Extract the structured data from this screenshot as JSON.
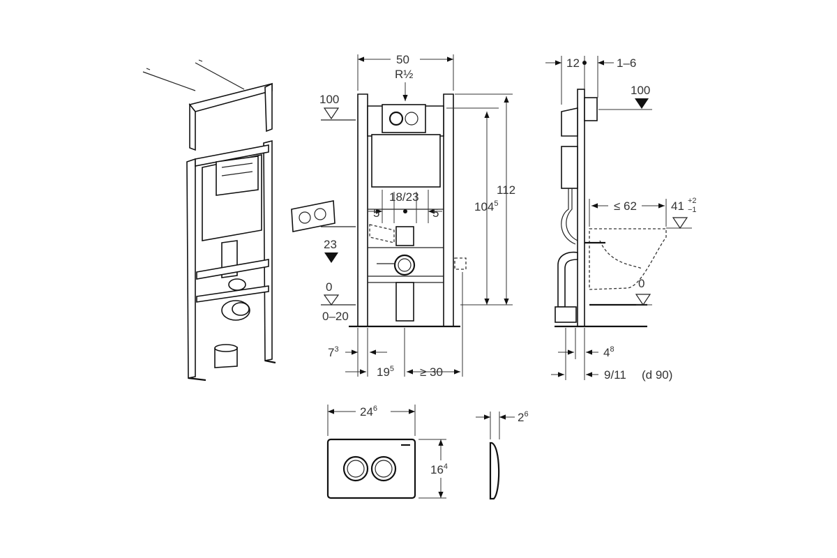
{
  "front_view": {
    "width": "50",
    "supply": "R½",
    "level_top": "100",
    "level_mid": "23",
    "level_zero": "0",
    "floor_range": "0–20",
    "spacing": "18/23",
    "offset_left": "5",
    "offset_right": "5",
    "height_inner": "104",
    "height_inner_sup": "5",
    "height_total": "112",
    "leg_offset": "7",
    "leg_offset_sup": "3",
    "drain_offset": "19",
    "drain_offset_sup": "5",
    "min_clearance": "≥ 30"
  },
  "side_view": {
    "depth": "12",
    "plate_gap": "1–6",
    "level_top": "100",
    "max_projection": "≤ 62",
    "seat_height": "41",
    "seat_tol_plus": "+2",
    "seat_tol_minus": "−1",
    "level_zero": "0",
    "pipe_offset": "4",
    "pipe_offset_sup": "8",
    "wall_range": "9/11",
    "pipe_diameter": "(d 90)"
  },
  "flush_plate": {
    "width": "24",
    "width_sup": "6",
    "height": "16",
    "height_sup": "4",
    "thickness": "2",
    "thickness_sup": "6"
  }
}
